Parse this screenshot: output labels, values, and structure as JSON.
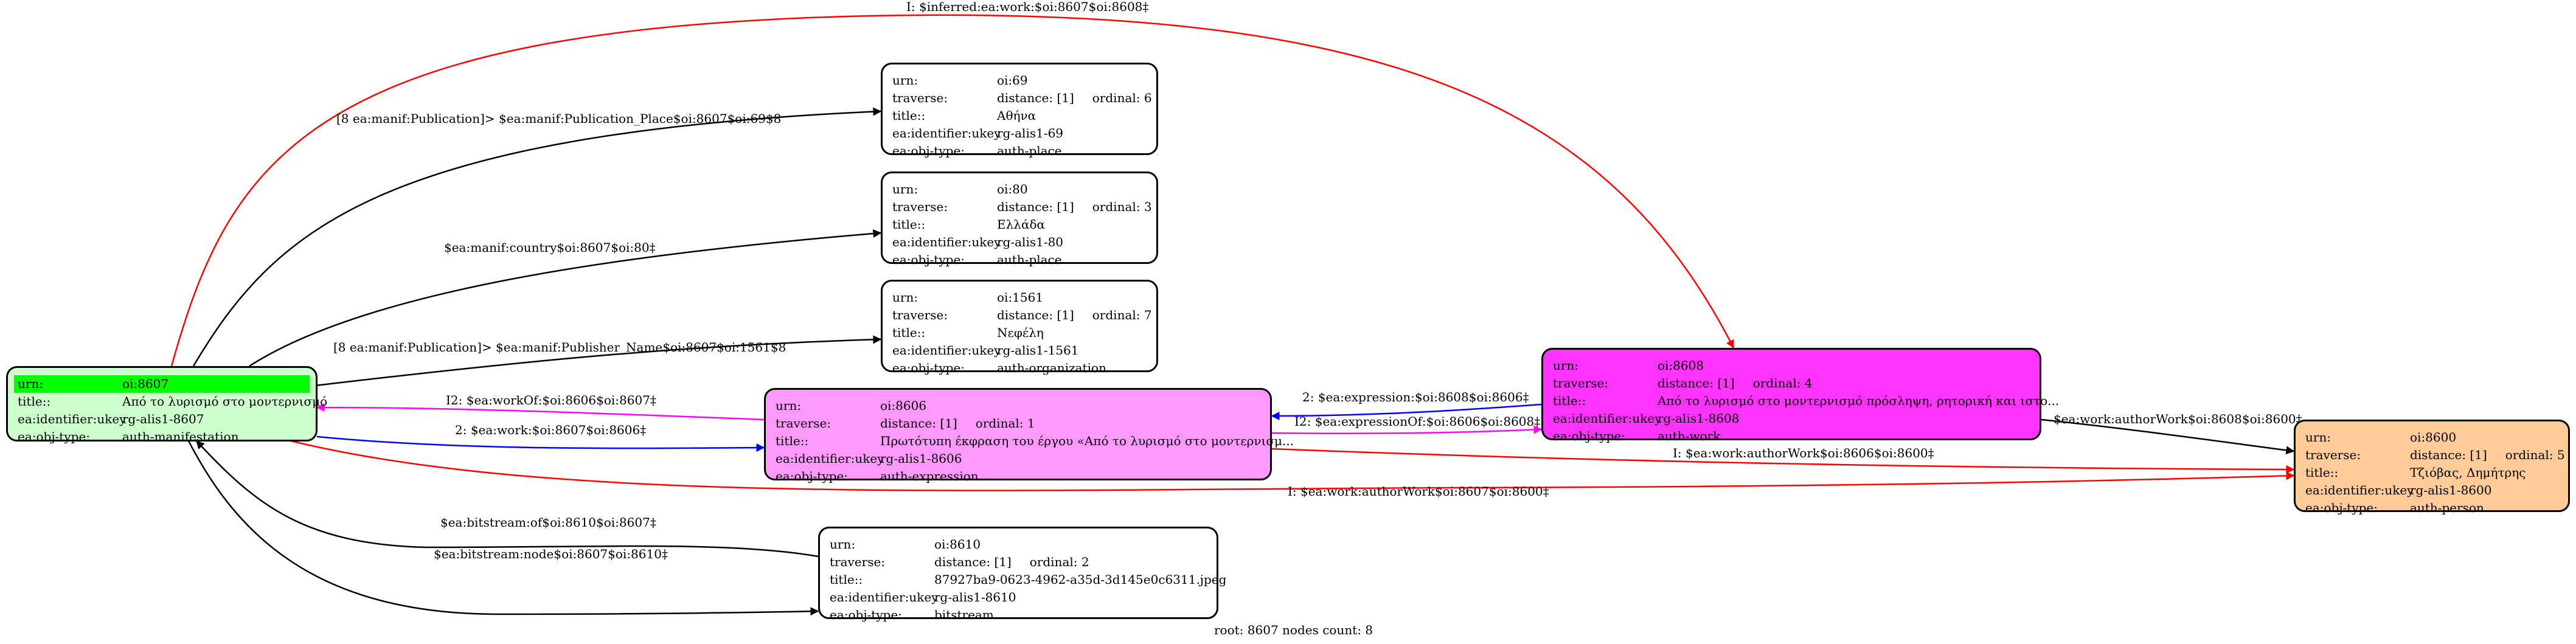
{
  "nodes": {
    "n8607": {
      "urn": "oi:8607",
      "title": "Από το λυρισμό στο μοντερνισμό",
      "ukey": "rg-alis1-8607",
      "objtype": "auth-manifestation",
      "fill": "#ccffcc",
      "highlight": "#00ff00"
    },
    "n69": {
      "urn": "oi:69",
      "traverse": "distance: [1]",
      "ordinal": "ordinal: 6",
      "title": "Αθήνα",
      "ukey": "rg-alis1-69",
      "objtype": "auth-place",
      "fill": "#ffffff"
    },
    "n80": {
      "urn": "oi:80",
      "traverse": "distance: [1]",
      "ordinal": "ordinal: 3",
      "title": "Ελλάδα",
      "ukey": "rg-alis1-80",
      "objtype": "auth-place",
      "fill": "#ffffff"
    },
    "n1561": {
      "urn": "oi:1561",
      "traverse": "distance: [1]",
      "ordinal": "ordinal: 7",
      "title": "Νεφέλη",
      "ukey": "rg-alis1-1561",
      "objtype": "auth-organization",
      "fill": "#ffffff"
    },
    "n8606": {
      "urn": "oi:8606",
      "traverse": "distance: [1]",
      "ordinal": "ordinal: 1",
      "title": "Πρωτότυπη έκφραση του έργου «Από το λυρισμό στο μοντερνισμ...",
      "ukey": "rg-alis1-8606",
      "objtype": "auth-expression",
      "fill": "#ff99ff"
    },
    "n8608": {
      "urn": "oi:8608",
      "traverse": "distance: [1]",
      "ordinal": "ordinal: 4",
      "title": "Από το λυρισμό στο μοντερνισμό πρόσληψη, ρητορική και ιστο...",
      "ukey": "rg-alis1-8608",
      "objtype": "auth-work",
      "fill": "#ff33ff"
    },
    "n8600": {
      "urn": "oi:8600",
      "traverse": "distance: [1]",
      "ordinal": "ordinal: 5",
      "title": "Τζιόβας, Δημήτρης",
      "ukey": "rg-alis1-8600",
      "objtype": "auth-person",
      "fill": "#ffcc99"
    },
    "n8610": {
      "urn": "oi:8610",
      "traverse": "distance: [1]",
      "ordinal": "ordinal: 2",
      "title": "87927ba9-0623-4962-a35d-3d145e0c6311.jpeg",
      "ukey": "rg-alis1-8610",
      "objtype": "bitstream",
      "fill": "#ffffff"
    }
  },
  "field_labels": {
    "urn": "urn:",
    "traverse": "traverse:",
    "title": "title::",
    "ukey": "ea:identifier:ukey",
    "objtype": "ea:obj-type:"
  },
  "edges": {
    "inferred_work": "I: $inferred:ea:work:$oi:8607$oi:8608‡",
    "publication_place": "[8 ea:manif:Publication]> $ea:manif:Publication_Place$oi:8607$oi:69$8",
    "country": "$ea:manif:country$oi:8607$oi:80‡",
    "publisher": "[8 ea:manif:Publication]> $ea:manif:Publisher_Name$oi:8607$oi:1561$8",
    "workOf": "I2: $ea:workOf:$oi:8606$oi:8607‡",
    "work": "2: $ea:work:$oi:8607$oi:8606‡",
    "expression": "2: $ea:expression:$oi:8608$oi:8606‡",
    "expressionOf": "I2: $ea:expressionOf:$oi:8606$oi:8608‡",
    "authorWork_8608": "$ea:work:authorWork$oi:8608$oi:8600‡",
    "authorWork_8606": "I: $ea:work:authorWork$oi:8606$oi:8600‡",
    "authorWork_8607": "I: $ea:work:authorWork$oi:8607$oi:8600‡",
    "bitstream_of": "$ea:bitstream:of$oi:8610$oi:8607‡",
    "bitstream_node": "$ea:bitstream:node$oi:8607$oi:8610‡"
  },
  "footer": "root: 8607 nodes count: 8",
  "colors": {
    "black": "#000000",
    "red": "#ff0000",
    "blue": "#0000ff",
    "magenta": "#ff00ff"
  }
}
